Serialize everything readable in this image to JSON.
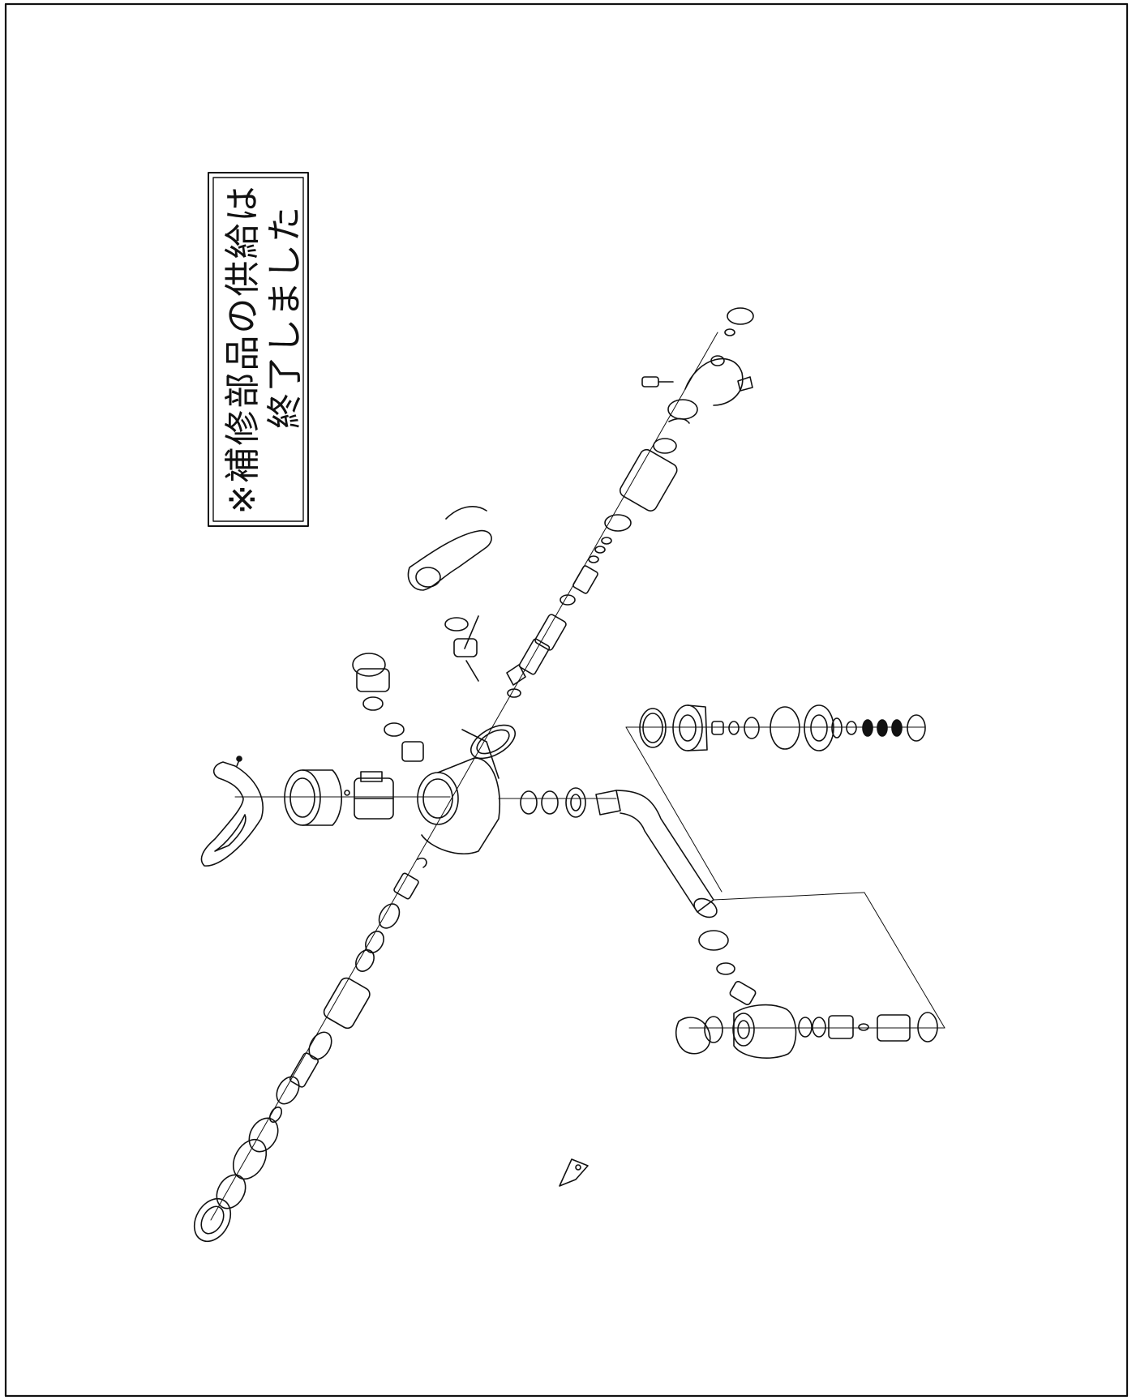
{
  "notice": {
    "line1": "※補修部品の供給は",
    "line2": "終了しました"
  },
  "colors": {
    "ink": "#111111",
    "paper": "#ffffff"
  },
  "drawing": {
    "title": "",
    "main_axis_parts": 30,
    "spout_assembly_parts": 12,
    "shower_head_parts": 14,
    "handle_parts": 6
  }
}
